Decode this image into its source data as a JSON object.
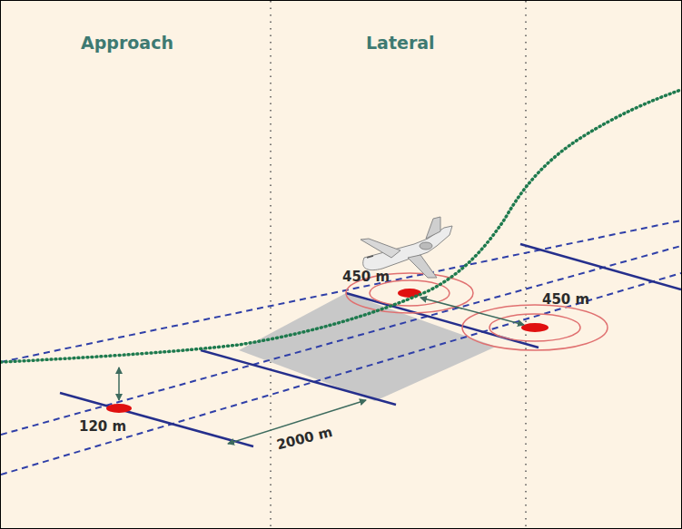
{
  "diagram": {
    "labels": [
      "Approach",
      "Lateral",
      "120 m",
      "2000 m",
      "450 m",
      "450 m"
    ]
  }
}
